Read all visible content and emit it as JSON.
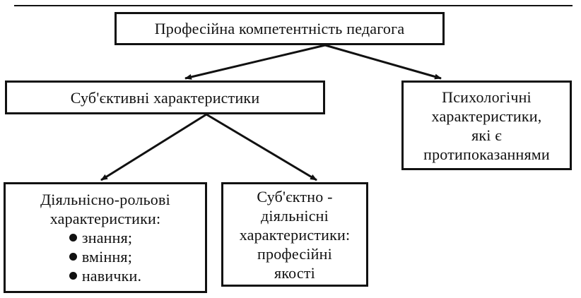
{
  "nodes": {
    "root": {
      "lines": [
        "Професійна компетентність педагога"
      ]
    },
    "subjective": {
      "lines": [
        "Суб'єктивні характеристики"
      ]
    },
    "psychological": {
      "lines": [
        "Психологічні",
        "характеристики,",
        "які є",
        "протипоказаннями"
      ]
    },
    "activity_role": {
      "lines": [
        "Діяльнісно-рольові",
        "характеристики:"
      ],
      "bullets": [
        "знання;",
        "вміння;",
        "навички."
      ]
    },
    "subject_activity": {
      "lines": [
        "Суб'єктно -",
        "діяльнісні",
        "характеристики:",
        "професійні",
        "якості"
      ]
    }
  },
  "edges": [
    {
      "from": "root",
      "to": "subjective"
    },
    {
      "from": "root",
      "to": "psychological"
    },
    {
      "from": "subjective",
      "to": "activity_role"
    },
    {
      "from": "subjective",
      "to": "subject_activity"
    }
  ],
  "colors": {
    "line": "#111111",
    "background": "#ffffff"
  }
}
